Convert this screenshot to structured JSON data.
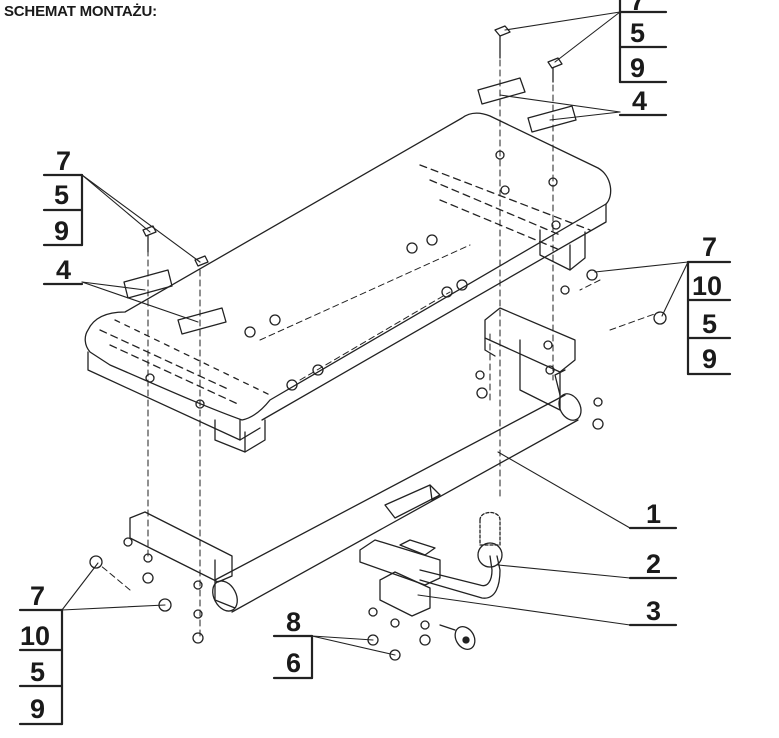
{
  "title": "SCHEMAT MONTAŻU:",
  "groups": {
    "top_right": [
      "7",
      "5",
      "9"
    ],
    "right_4": "4",
    "left_top": [
      "7",
      "5",
      "9"
    ],
    "left_4": "4",
    "mid_right": [
      "7",
      "10",
      "5",
      "9"
    ],
    "bottom_left": [
      "7",
      "10",
      "5",
      "9"
    ],
    "bottom_mid": [
      "8",
      "6"
    ],
    "part_1": "1",
    "part_2": "2",
    "part_3": "3"
  }
}
